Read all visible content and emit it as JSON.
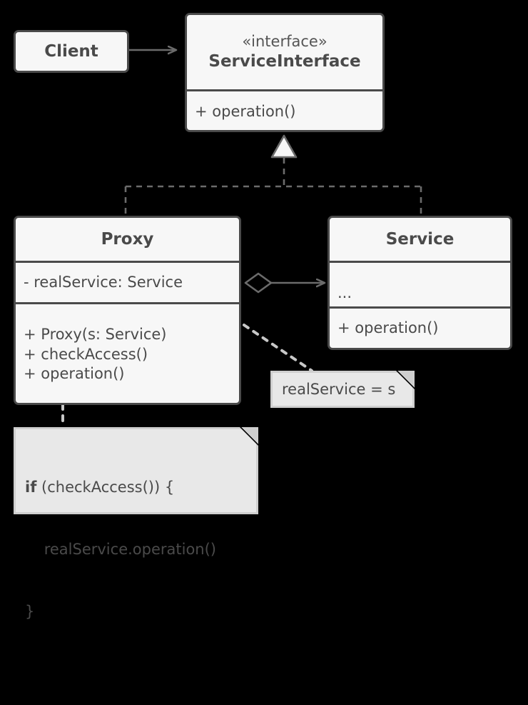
{
  "diagram": {
    "title": "Proxy design pattern UML class diagram",
    "background_color": "#000000",
    "box_fill": "#f7f7f7",
    "box_stroke": "#4a4a4a",
    "note_fill": "#e8e8e8",
    "note_stroke": "#cfcfcf",
    "connector_color": "#6b6b6b"
  },
  "classes": {
    "client": {
      "name": "Client"
    },
    "service_interface": {
      "stereotype": "«interface»",
      "name": "ServiceInterface",
      "operations": "+ operation()"
    },
    "proxy": {
      "name": "Proxy",
      "attributes": "- realService: Service",
      "operations": "+ Proxy(s: Service)\n+ checkAccess()\n+ operation()"
    },
    "service": {
      "name": "Service",
      "attributes": "...",
      "operations": "+ operation()"
    }
  },
  "notes": {
    "constructor_note": {
      "text": "realService = s"
    },
    "operation_note": {
      "keyword": "if",
      "rest_line1": " (checkAccess()) {",
      "line2": "    realService.operation()",
      "line3": "}"
    }
  },
  "connectors": [
    {
      "name": "client-uses-serviceinterface",
      "type": "association",
      "from": "Client",
      "to": "ServiceInterface"
    },
    {
      "name": "proxy-realizes-serviceinterface",
      "type": "realization",
      "from": "Proxy",
      "to": "ServiceInterface"
    },
    {
      "name": "service-realizes-serviceinterface",
      "type": "realization",
      "from": "Service",
      "to": "ServiceInterface"
    },
    {
      "name": "proxy-aggregates-service",
      "type": "aggregation",
      "from": "Proxy",
      "to": "Service"
    },
    {
      "name": "proxy-constructor-note-link",
      "type": "note-link",
      "from": "Proxy",
      "to": "realService = s"
    },
    {
      "name": "proxy-operation-note-link",
      "type": "note-link",
      "from": "Proxy",
      "to": "if (checkAccess()) {"
    }
  ]
}
